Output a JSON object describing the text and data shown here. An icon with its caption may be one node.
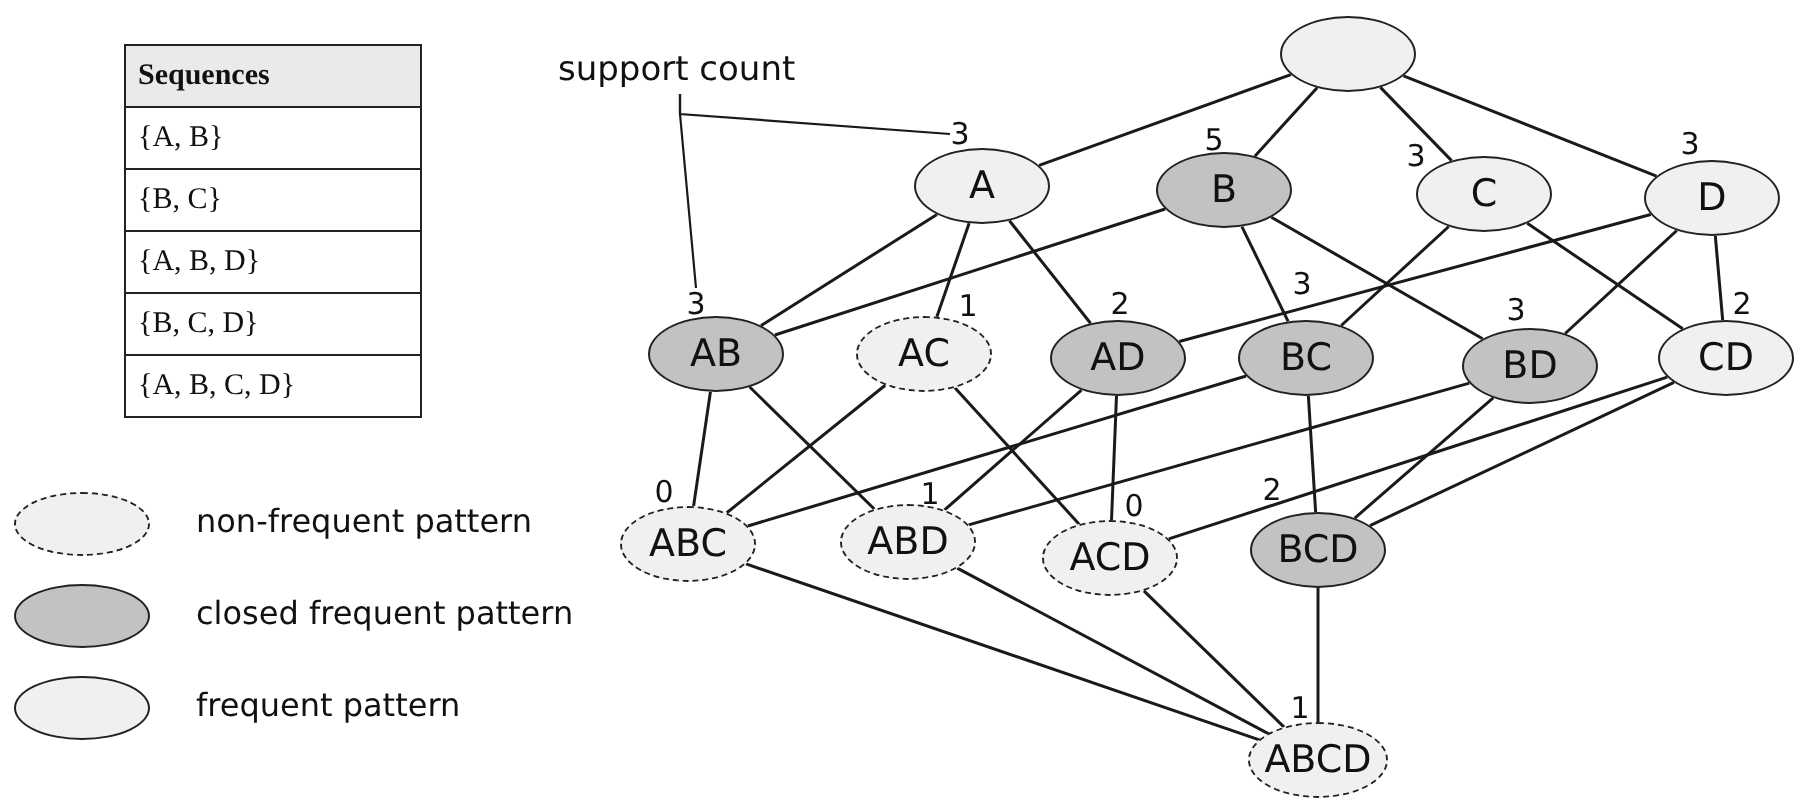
{
  "diagram": {
    "nodes": [
      {
        "text": [],
        "shape": "ellipse"
      },
      {
        "text": [
          "A"
        ],
        "beside": [
          "3"
        ]
      },
      {
        "text": [
          "B"
        ],
        "beside": [
          "5"
        ]
      },
      {
        "text": [
          "C"
        ],
        "beside": [
          "3"
        ]
      },
      {
        "text": [
          "D"
        ],
        "beside": [
          "3"
        ]
      },
      {
        "text": [
          "AB"
        ],
        "beside": [
          "3"
        ]
      },
      {
        "text": [
          "AC"
        ],
        "beside": [
          "1"
        ]
      },
      {
        "text": [
          "AD"
        ],
        "beside": [
          "2"
        ]
      },
      {
        "text": [
          "BC"
        ],
        "beside": [
          "3"
        ]
      },
      {
        "text": [
          "BD"
        ],
        "beside": [
          "3"
        ]
      },
      {
        "text": [
          "CD"
        ],
        "beside": [
          "2"
        ]
      },
      {
        "text": [
          "ABC"
        ],
        "beside": [
          "0"
        ]
      },
      {
        "text": [
          "ABD"
        ],
        "beside": [
          "1"
        ]
      },
      {
        "text": [
          "ACD"
        ],
        "beside": [
          "0"
        ]
      },
      {
        "text": [
          "BCD"
        ],
        "beside": [
          "2"
        ]
      },
      {
        "text": [
          "ABCD"
        ],
        "beside": [
          "1"
        ]
      },
      {
        "text": [
          "support count"
        ]
      }
    ],
    "edges": [
      {
        "from": 0,
        "to": 1,
        "arrow": "none"
      },
      {
        "from": 0,
        "to": 2,
        "arrow": "none"
      },
      {
        "from": 0,
        "to": 3,
        "arrow": "none"
      },
      {
        "from": 0,
        "to": 4,
        "arrow": "none"
      },
      {
        "from": 1,
        "to": 5,
        "arrow": "none"
      },
      {
        "from": 1,
        "to": 6,
        "arrow": "none"
      },
      {
        "from": 1,
        "to": 7,
        "arrow": "none"
      },
      {
        "from": 2,
        "to": 5,
        "arrow": "none"
      },
      {
        "from": 2,
        "to": 8,
        "arrow": "none"
      },
      {
        "from": 2,
        "to": 9,
        "arrow": "none"
      },
      {
        "from": 3,
        "to": 8,
        "arrow": "none"
      },
      {
        "from": 3,
        "to": 10,
        "arrow": "none"
      },
      {
        "from": 4,
        "to": 7,
        "arrow": "none"
      },
      {
        "from": 4,
        "to": 9,
        "arrow": "none"
      },
      {
        "from": 4,
        "to": 10,
        "arrow": "none"
      },
      {
        "from": 5,
        "to": 11,
        "arrow": "none"
      },
      {
        "from": 5,
        "to": 12,
        "arrow": "none"
      },
      {
        "from": 6,
        "to": 11,
        "arrow": "none"
      },
      {
        "from": 6,
        "to": 13,
        "arrow": "none"
      },
      {
        "from": 7,
        "to": 12,
        "arrow": "none"
      },
      {
        "from": 7,
        "to": 13,
        "arrow": "none"
      },
      {
        "from": 8,
        "to": 11,
        "arrow": "none"
      },
      {
        "from": 8,
        "to": 14,
        "arrow": "none"
      },
      {
        "from": 9,
        "to": 12,
        "arrow": "none"
      },
      {
        "from": 9,
        "to": 14,
        "arrow": "none"
      },
      {
        "from": 10,
        "to": 13,
        "arrow": "none"
      },
      {
        "from": 10,
        "to": 14,
        "arrow": "none"
      },
      {
        "from": 11,
        "to": 15,
        "arrow": "none"
      },
      {
        "from": 12,
        "to": 15,
        "arrow": "none"
      },
      {
        "from": 13,
        "to": 15,
        "arrow": "none"
      },
      {
        "from": 14,
        "to": 15,
        "arrow": "none"
      },
      {
        "from": 16,
        "to": 1,
        "arrow": "none"
      },
      {
        "from": 16,
        "to": 5,
        "arrow": "none"
      }
    ],
    "labels": [
      "Sequences",
      "{A, B}",
      "{B, C}",
      "{A, B, D}",
      "{B, C, D}",
      "{A, B, C, D}"
    ],
    "legend": [
      {
        "text": "non-frequent pattern"
      },
      {
        "text": "closed frequent pattern"
      },
      {
        "text": "frequent pattern"
      }
    ]
  }
}
